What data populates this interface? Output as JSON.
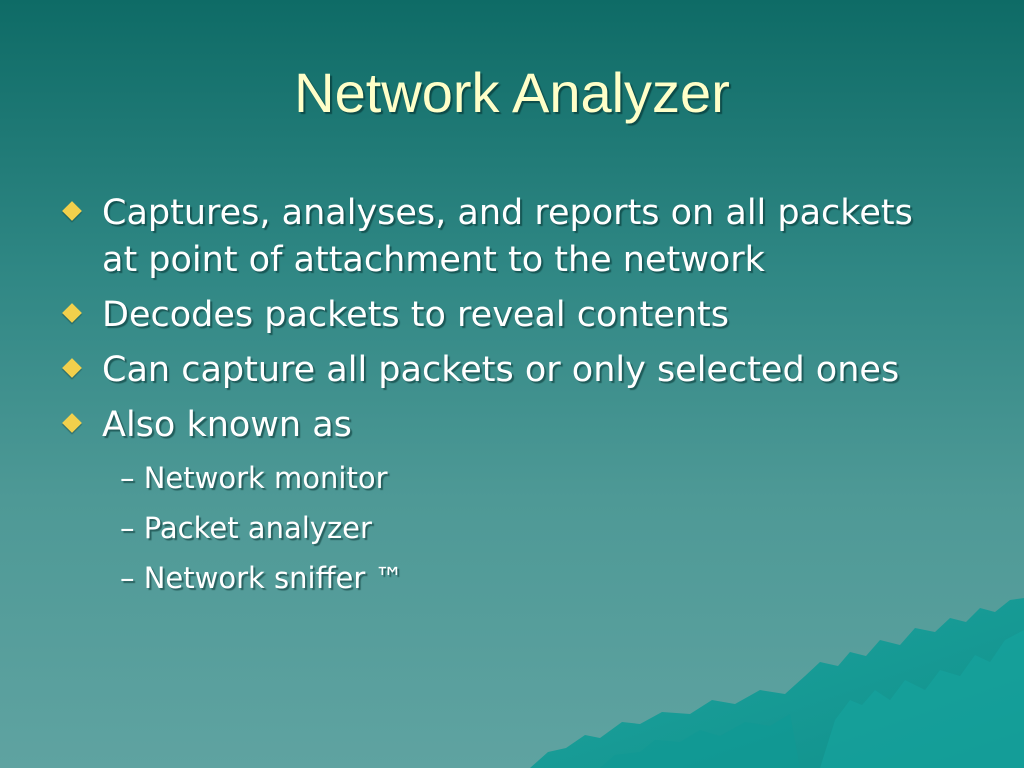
{
  "slide": {
    "title": "Network Analyzer",
    "bullets": [
      {
        "text": "Captures, analyses, and reports on all packets at point of attachment to the network",
        "sub": []
      },
      {
        "text": "Decodes packets to reveal contents",
        "sub": []
      },
      {
        "text": "Can capture all packets or only selected ones",
        "sub": []
      },
      {
        "text": "Also known as",
        "sub": [
          "– Network monitor",
          "– Packet analyzer",
          "– Network sniffer ™"
        ]
      }
    ]
  },
  "icons": {
    "bullet_marker": "diamond-bullet-icon"
  },
  "colors": {
    "background_top": "#0e6b66",
    "background_bottom": "#5fa3a1",
    "title": "#ffffc8",
    "text": "#ffffff",
    "bullet_marker": "#f2d04c",
    "mountain": "#119a96"
  }
}
